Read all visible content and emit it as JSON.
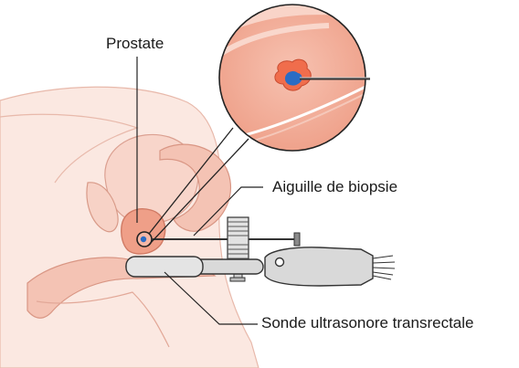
{
  "labels": {
    "prostate": "Prostate",
    "needle": "Aiguille de biopsie",
    "probe": "Sonde ultrasonore transrectale"
  },
  "colors": {
    "skin": "#fbe8e1",
    "skin_outline": "#e3b3a4",
    "organ": "#f4b8a8",
    "prostate": "#ec9d86",
    "lesion": "#f06d4c",
    "needle_tip": "#2c6cc4",
    "metal": "#d9d9d9",
    "metal_outline": "#333333",
    "leader_line": "#222222"
  }
}
